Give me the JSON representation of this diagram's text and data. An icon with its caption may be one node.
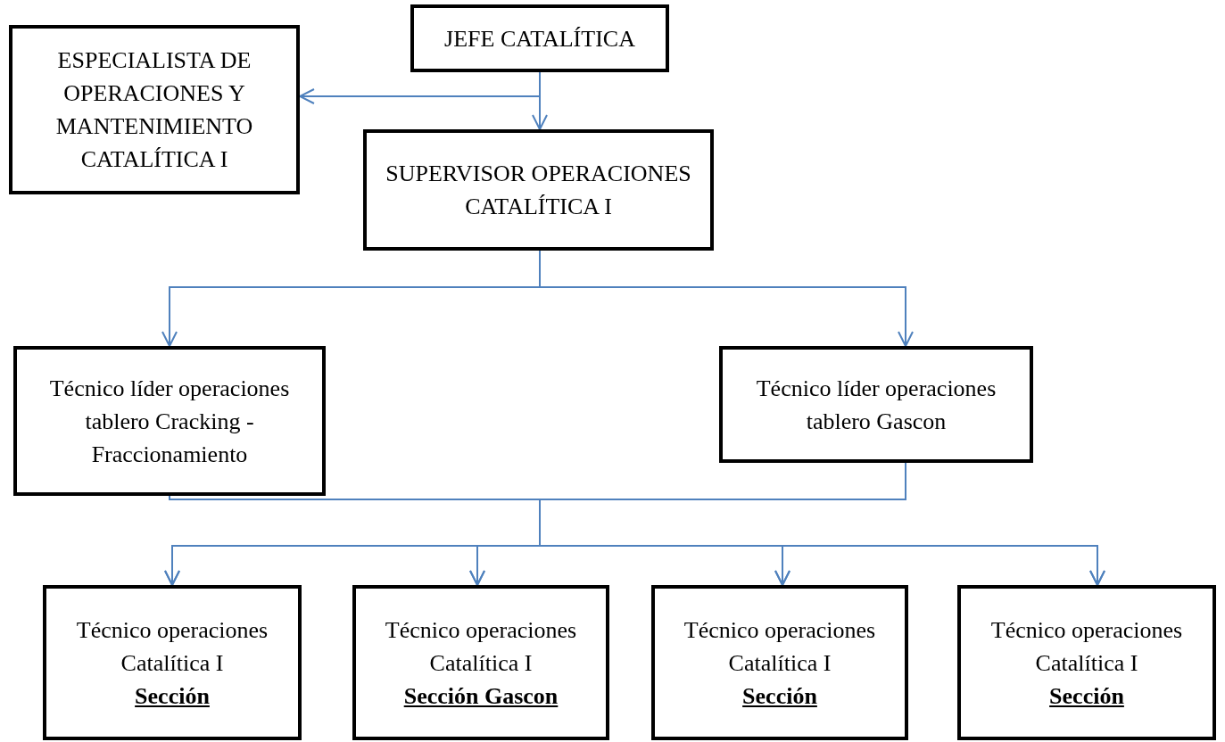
{
  "diagram": {
    "nodes": [
      {
        "text": [
          "JEFE CATALÍTICA"
        ]
      },
      {
        "text": [
          "ESPECIALISTA DE OPERACIONES Y MANTENIMIENTO CATALÍTICA I"
        ]
      },
      {
        "text": [
          "SUPERVISOR OPERACIONES CATALÍTICA I"
        ]
      },
      {
        "text": [
          "Técnico líder operaciones tablero Cracking - Fraccionamiento"
        ]
      },
      {
        "text": [
          "Técnico líder operaciones tablero Gascon"
        ]
      },
      {
        "text": [
          "Técnico operaciones Catalítica I",
          "Sección"
        ]
      },
      {
        "text": [
          "Técnico operaciones Catalítica I",
          "Sección Gascon"
        ]
      },
      {
        "text": [
          "Técnico operaciones Catalítica I",
          "Sección"
        ]
      },
      {
        "text": [
          "Técnico operaciones Catalítica I",
          "Sección"
        ]
      }
    ],
    "edges": [
      {
        "from": 0,
        "to": 1,
        "arrow": "to"
      },
      {
        "from": 0,
        "to": 2,
        "arrow": "to"
      },
      {
        "from": 2,
        "to": 3,
        "arrow": "to"
      },
      {
        "from": 2,
        "to": 4,
        "arrow": "to"
      },
      {
        "from": 3,
        "to": 5,
        "arrow": "to"
      },
      {
        "from": 3,
        "to": 6,
        "arrow": "to"
      },
      {
        "from": 3,
        "to": 7,
        "arrow": "to"
      },
      {
        "from": 3,
        "to": 8,
        "arrow": "to"
      },
      {
        "from": 4,
        "to": 5,
        "arrow": "to"
      },
      {
        "from": 4,
        "to": 6,
        "arrow": "to"
      },
      {
        "from": 4,
        "to": 7,
        "arrow": "to"
      },
      {
        "from": 4,
        "to": 8,
        "arrow": "to"
      }
    ]
  }
}
